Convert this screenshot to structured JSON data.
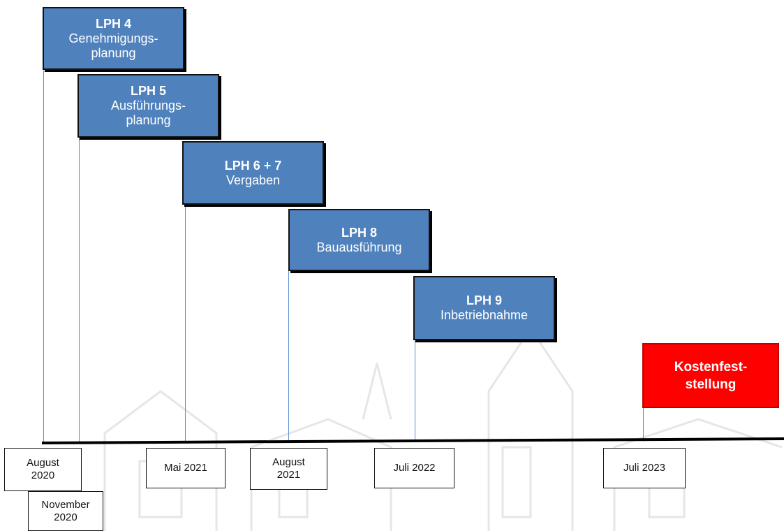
{
  "phases": [
    {
      "title": "LPH 4",
      "subtitle": "Genehmigungs-\nplanung"
    },
    {
      "title": "LPH 5",
      "subtitle": "Ausführungs-\nplanung"
    },
    {
      "title": "LPH 6 + 7",
      "subtitle": "Vergaben"
    },
    {
      "title": "LPH 8",
      "subtitle": "Bauausführung"
    },
    {
      "title": "LPH 9",
      "subtitle": "Inbetriebnahme"
    }
  ],
  "final": {
    "title": "Kostenfest-\nstellung",
    "color": "#ff0000"
  },
  "dates": [
    "August\n2020",
    "November\n2020",
    "Mai 2021",
    "August\n2021",
    "Juli 2022",
    "Juli 2023"
  ],
  "colors": {
    "phase": "#4f81bd",
    "line": "#5b8fd0",
    "axis": "#000000"
  }
}
